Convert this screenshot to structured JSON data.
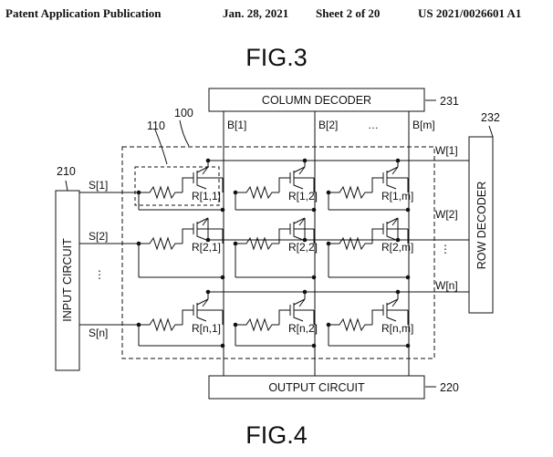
{
  "header": {
    "publication": "Patent Application Publication",
    "date": "Jan. 28, 2021",
    "sheet": "Sheet 2 of 20",
    "number": "US 2021/0026601 A1"
  },
  "figures": {
    "fig3": "FIG.3",
    "fig4": "FIG.4"
  },
  "blocks": {
    "column_decoder": "COLUMN DECODER",
    "row_decoder": "ROW DECODER",
    "input_circuit": "INPUT CIRCUIT",
    "output_circuit": "OUTPUT CIRCUIT"
  },
  "refs": {
    "column_decoder": "231",
    "row_decoder": "232",
    "input_circuit": "210",
    "output_circuit": "220",
    "array": "100",
    "cell": "110"
  },
  "bit_lines": [
    "B[1]",
    "B[2]",
    "…",
    "B[m]"
  ],
  "word_lines": [
    "W[1]",
    "W[2]",
    "⋮",
    "W[n]"
  ],
  "input_lines": [
    "S[1]",
    "S[2]",
    "⋮",
    "S[n]"
  ],
  "cells": [
    [
      "R[1,1]",
      "R[1,2]",
      "R[1,m]"
    ],
    [
      "R[2,1]",
      "R[2,2]",
      "R[2,m]"
    ],
    [
      "R[n,1]",
      "R[n,2]",
      "R[n,m]"
    ]
  ]
}
